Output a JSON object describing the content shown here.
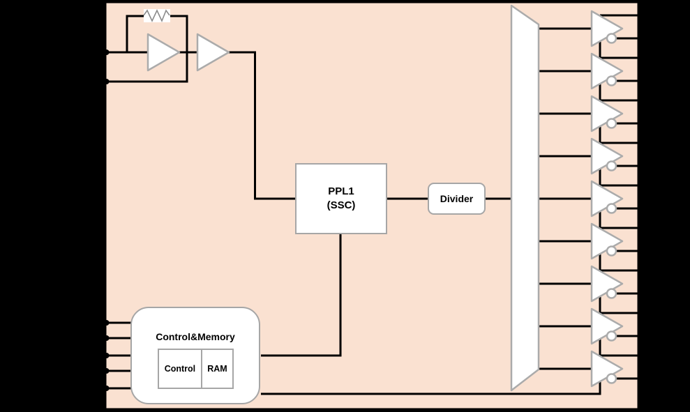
{
  "diagram": {
    "type": "clock-generator-block-diagram",
    "colors": {
      "background": "#000000",
      "chip_fill": "#FAE1D1",
      "wire": "#000000",
      "outline": "#A6A6A6",
      "block_fill": "#FFFFFF"
    },
    "blocks": {
      "pll": {
        "line1": "PPL1",
        "line2": "(SSC)"
      },
      "divider": {
        "label": "Divider"
      },
      "control_memory": {
        "title": "Control&Memory",
        "cell1": "Control",
        "cell2": "RAM"
      }
    },
    "oscillator": {
      "amplifier_count": 2,
      "has_feedback_resistor": true
    },
    "outputs": {
      "buffer_count": 9,
      "pins_per_buffer": 2
    },
    "pins": {
      "left_top_count": 2,
      "left_bottom_count": 5
    }
  }
}
